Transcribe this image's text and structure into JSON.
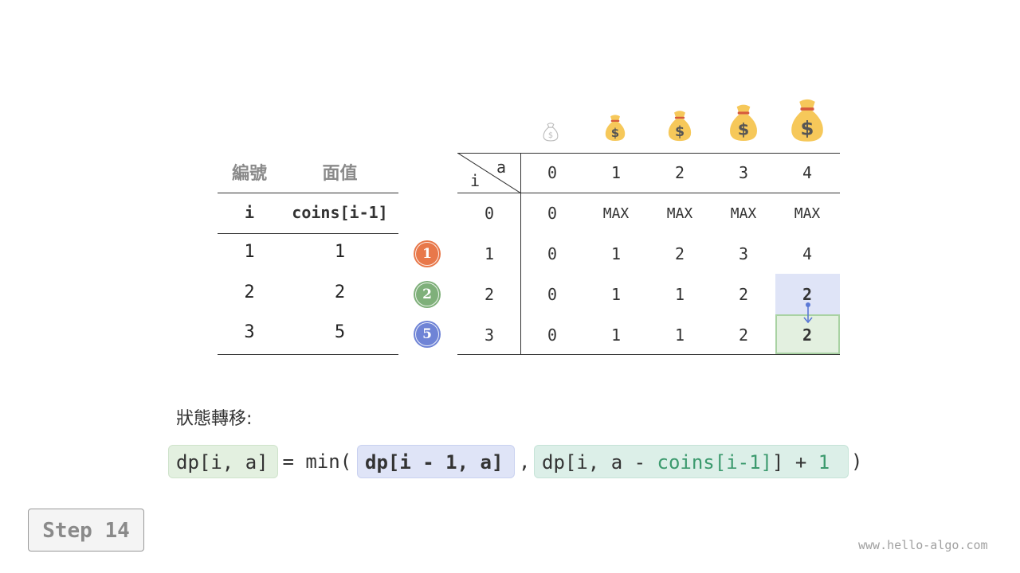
{
  "left_table": {
    "header_number": "編號",
    "header_value": "面值",
    "sub_i": "i",
    "sub_coins": "coins[i-1]",
    "rows": [
      {
        "i": "1",
        "coin": "1"
      },
      {
        "i": "2",
        "coin": "2"
      },
      {
        "i": "3",
        "coin": "5"
      }
    ]
  },
  "coins": [
    {
      "label": "1",
      "color": "#e8784a"
    },
    {
      "label": "2",
      "color": "#7fb07a"
    },
    {
      "label": "5",
      "color": "#6f84d6"
    }
  ],
  "dp_table": {
    "corner_a": "a",
    "corner_i": "i",
    "columns": [
      "0",
      "1",
      "2",
      "3",
      "4"
    ],
    "row_labels": [
      "0",
      "1",
      "2",
      "3"
    ],
    "rows": [
      [
        "0",
        "MAX",
        "MAX",
        "MAX",
        "MAX"
      ],
      [
        "0",
        "1",
        "2",
        "3",
        "4"
      ],
      [
        "0",
        "1",
        "1",
        "2",
        "2"
      ],
      [
        "0",
        "1",
        "1",
        "2",
        "2"
      ]
    ],
    "highlight_source": {
      "row": 2,
      "col": 4,
      "color": "#dfe4f7"
    },
    "highlight_target": {
      "row": 3,
      "col": 4,
      "color": "#e3f0e0"
    }
  },
  "money_bag_icons": [
    "money-bag-icon",
    "money-bag-icon",
    "money-bag-icon",
    "money-bag-icon",
    "money-bag-icon"
  ],
  "formula": {
    "label": "狀態轉移:",
    "lhs": "dp[i, a]",
    "equals_min": " = min(",
    "arg1": "dp[i - 1, a]",
    "comma": ",",
    "arg2_pre": "dp[i, a - ",
    "arg2_coins": "coins[i-1]",
    "arg2_mid": "] + ",
    "arg2_one": "1",
    "close": ")"
  },
  "step_label": "Step 14",
  "watermark": "www.hello-algo.com",
  "colors": {
    "lhs_bg": "#e3f0e0",
    "arg1_bg": "#dfe4f7",
    "arg2_bg": "#dcefe8",
    "arrow": "#5b79d6"
  }
}
